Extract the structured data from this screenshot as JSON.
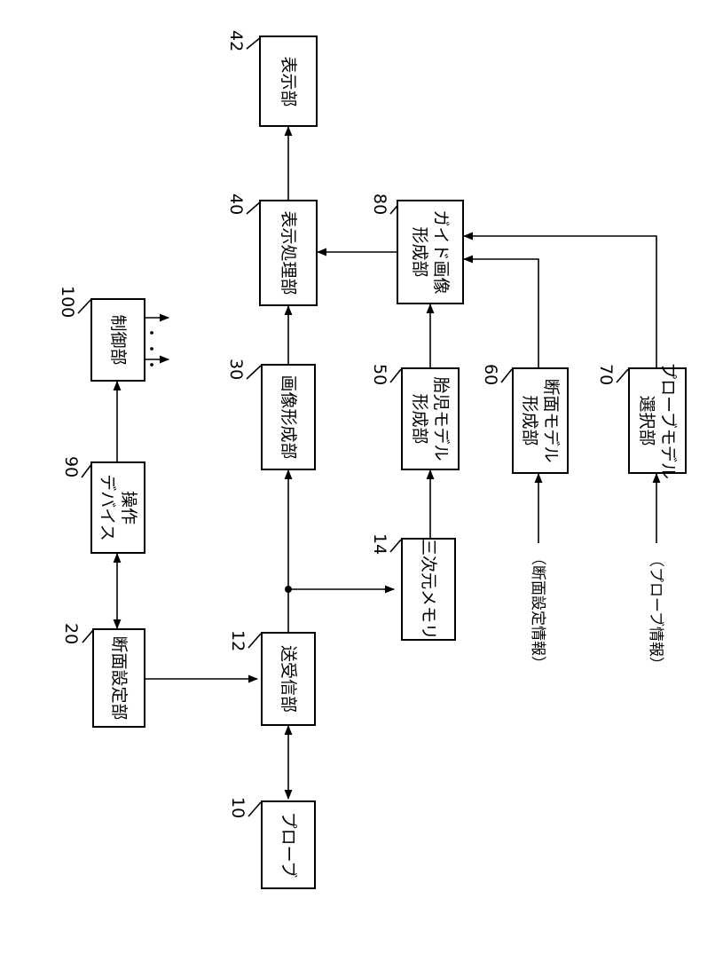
{
  "blocks": {
    "probe": {
      "ref": "10",
      "label": "プローブ"
    },
    "transceiver": {
      "ref": "12",
      "label": "送受信部"
    },
    "memory3d": {
      "ref": "14",
      "label": "三次元メモリ"
    },
    "section_set": {
      "ref": "20",
      "label": "断面設定部"
    },
    "image_form": {
      "ref": "30",
      "label": "画像形成部"
    },
    "display_proc": {
      "ref": "40",
      "label": "表示処理部"
    },
    "display": {
      "ref": "42",
      "label": "表示部"
    },
    "fetal_model": {
      "ref": "50",
      "label": "胎児モデル\n形成部"
    },
    "section_model": {
      "ref": "60",
      "label": "断面モデル\n形成部"
    },
    "probe_model": {
      "ref": "70",
      "label": "プローブモデル\n選択部"
    },
    "guide_image": {
      "ref": "80",
      "label": "ガイド画像\n形成部"
    },
    "op_device": {
      "ref": "90",
      "label": "操作\nデバイス"
    },
    "controller": {
      "ref": "100",
      "label": "制御部"
    }
  },
  "inputs": {
    "section_info": "（断面設定情報）",
    "probe_info": "（プローブ情報）"
  },
  "ellipsis": "・・・"
}
